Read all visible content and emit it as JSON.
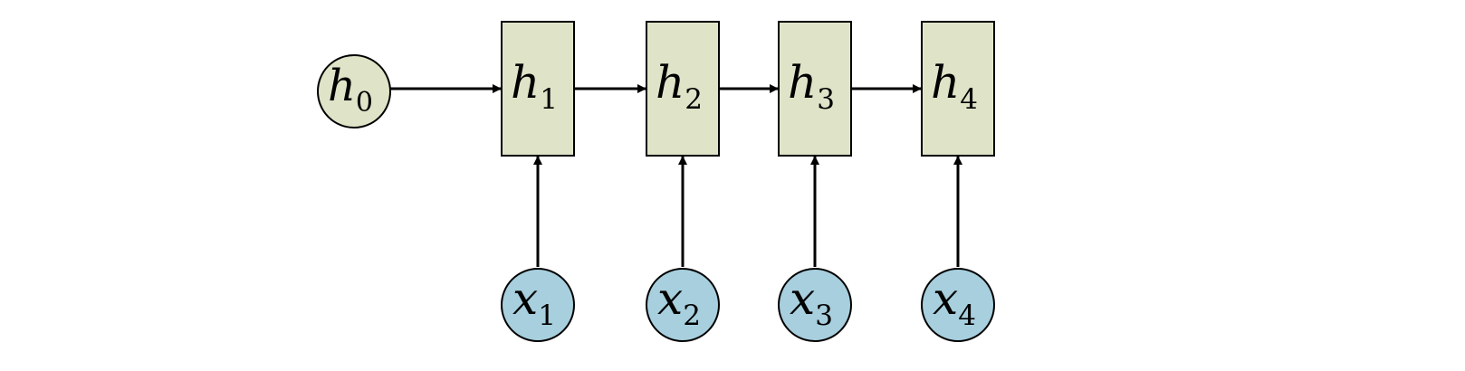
{
  "diagram": {
    "colors": {
      "hidden_fill": "#dfe4c8",
      "input_fill": "#a7cfde",
      "stroke": "#000000",
      "background": "#ffffff"
    },
    "initial_state": {
      "symbol": "h",
      "subscript": "0"
    },
    "hidden_states": [
      {
        "symbol": "h",
        "subscript": "1"
      },
      {
        "symbol": "h",
        "subscript": "2"
      },
      {
        "symbol": "h",
        "subscript": "3"
      },
      {
        "symbol": "h",
        "subscript": "4"
      }
    ],
    "inputs": [
      {
        "symbol": "x",
        "subscript": "1"
      },
      {
        "symbol": "x",
        "subscript": "2"
      },
      {
        "symbol": "x",
        "subscript": "3"
      },
      {
        "symbol": "x",
        "subscript": "4"
      }
    ]
  }
}
